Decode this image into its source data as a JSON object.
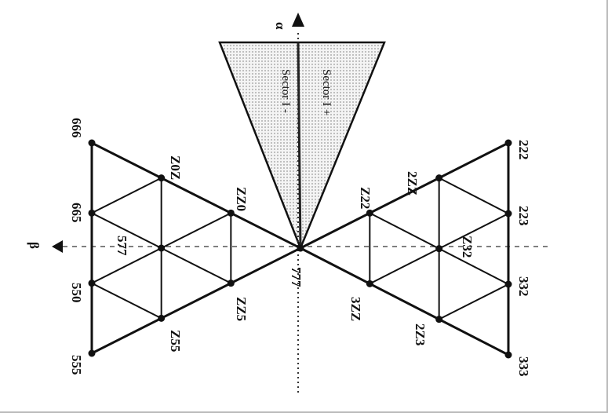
{
  "axes": {
    "alpha": "α",
    "beta": "β"
  },
  "sectors": {
    "minus": "Sector I -",
    "plus": "Sector I +"
  },
  "center_label": "777",
  "left_labels": [
    "666",
    "665",
    "550",
    "555",
    "Z0Z",
    "ZZ0",
    "577",
    "ZZ5",
    "Z55"
  ],
  "right_labels": [
    "222",
    "223",
    "332",
    "333",
    "2ZZ",
    "Z22",
    "Z32",
    "3ZZ",
    "2Z3"
  ],
  "colors": {
    "line": "#111111",
    "wedge_fill": "#e4e4e4"
  }
}
